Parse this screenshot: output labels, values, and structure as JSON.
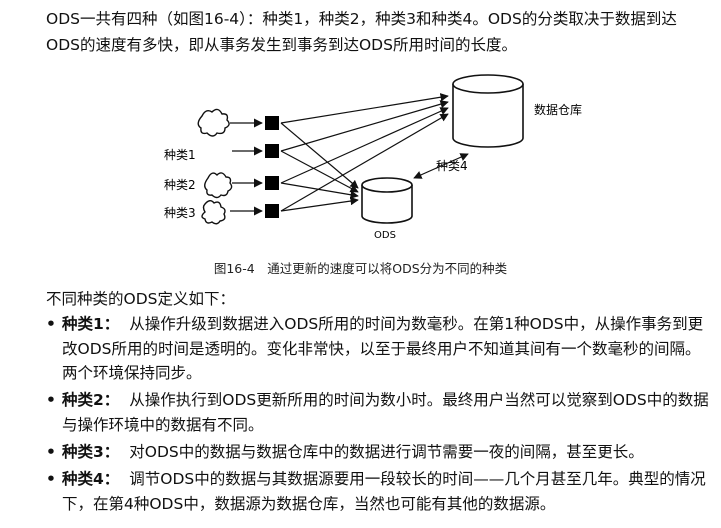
{
  "intro": "ODS一共有四种（如图16-4）：种类1，种类2，种类3和种类4。ODS的分类取决于数据到达ODS的速度有多快，即从事务发生到事务到达ODS所用时间的长度。",
  "figure": {
    "labels": {
      "warehouse": "数据仓库",
      "ods": "ODS",
      "class1": "种类1",
      "class2": "种类2",
      "class3": "种类3",
      "class4": "种类4"
    },
    "caption": "图16-4　通过更新的速度可以将ODS分为不同的种类"
  },
  "definitions_intro": "不同种类的ODS定义如下：",
  "definitions": [
    {
      "bullet": "•",
      "term": "种类1：",
      "text": "从操作升级到数据进入ODS所用的时间为数毫秒。在第1种ODS中，从操作事务到更改ODS所用的时间是透明的。变化非常快，以至于最终用户不知道其间有一个数毫秒的间隔。两个环境保持同步。"
    },
    {
      "bullet": "•",
      "term": "种类2：",
      "text": "从操作执行到ODS更新所用的时间为数小时。最终用户当然可以觉察到ODS中的数据与操作环境中的数据有不同。"
    },
    {
      "bullet": "•",
      "term": "种类3：",
      "text": "对ODS中的数据与数据仓库中的数据进行调节需要一夜的间隔，甚至更长。"
    },
    {
      "bullet": "•",
      "term": "种类4：",
      "text": "调节ODS中的数据与其数据源要用一段较长的时间——几个月甚至几年。典型的情况下，在第4种ODS中，数据源为数据仓库，当然也可能有其他的数据源。"
    }
  ]
}
